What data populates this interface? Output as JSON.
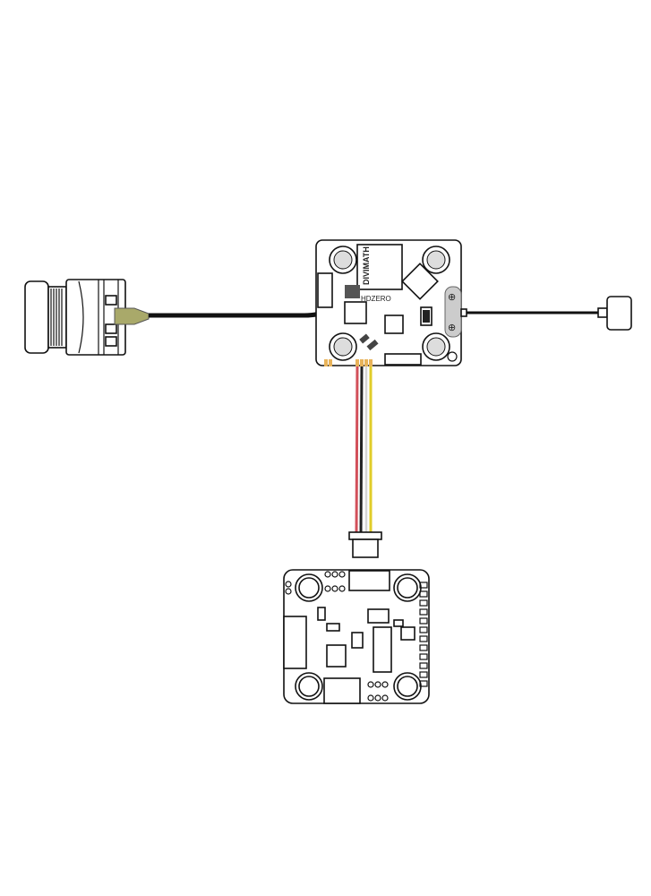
{
  "diagram": {
    "title": "HDZero VTX wiring diagram",
    "vtx_logo_text": "DIVIMATH",
    "vtx_model_text": "HDZERO",
    "components": [
      "camera",
      "vtx",
      "antenna",
      "flight-controller"
    ],
    "colors": {
      "wire_red": "#d2505a",
      "wire_black": "#222222",
      "wire_white": "#e8e8e8",
      "wire_yellow": "#e0cc2a",
      "coax": "#111111",
      "pad_orange": "#e8b35a",
      "camera_cable_sleeve": "#a9a96a"
    }
  }
}
